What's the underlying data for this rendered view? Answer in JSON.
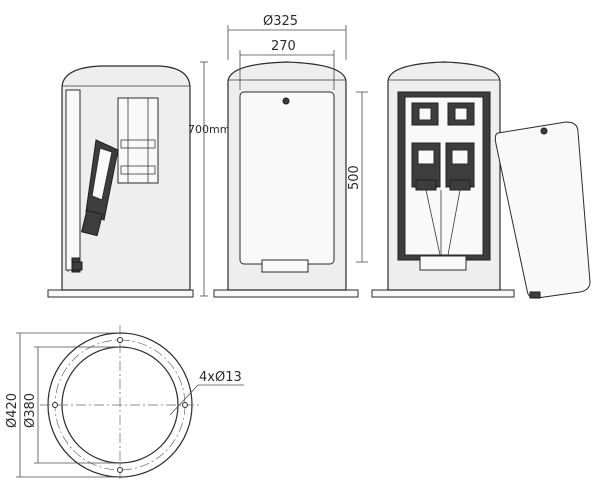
{
  "dimensions": {
    "top_width": "Ø325",
    "inner_width": "270",
    "height": "700mm",
    "panel_height": "500",
    "outer_diameter": "Ø420",
    "inner_diameter": "Ø380",
    "holes": "4xØ13"
  },
  "views": [
    "side-view-open",
    "front-view-closed",
    "front-view-open-door",
    "base-plan-view"
  ],
  "icons": [
    "lock-icon",
    "socket-icon",
    "bolt-hole-icon"
  ]
}
